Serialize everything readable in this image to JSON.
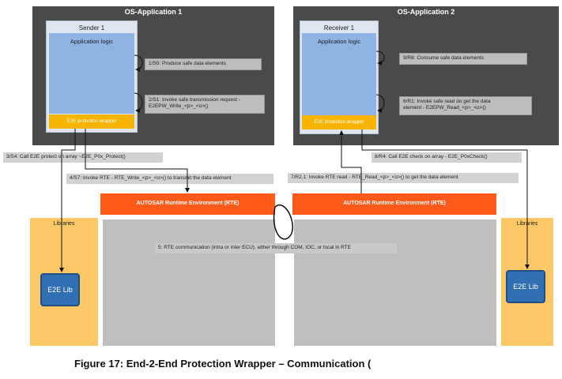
{
  "os_app_1": {
    "title": "OS-Application 1"
  },
  "os_app_2": {
    "title": "OS-Application 2"
  },
  "sender": {
    "title": "Sender 1",
    "app_logic": "Application logic",
    "wrapper": "E2E protection wrapper"
  },
  "receiver": {
    "title": "Receiver 1",
    "app_logic": "Application logic",
    "wrapper": "E2E protection wrapper"
  },
  "steps": {
    "s0": "1/S0: Produce safe data elements",
    "s1": "2/S1: Invoke safe transmission request -\nE2EPW_Write_<p>_<o>()",
    "s4": "3/S4: Call E2E protect on array ~E2E_P0x_Protect()",
    "s7": "4/S7: Invoke RTE - RTE_Write_<p>_<o>() to transmit the data element",
    "comm": "5: RTE communication (intra or inter ECU), either through COM, IOC, or local in RTE",
    "r0": "9/R8: Consume safe data elements",
    "r1": "6/R1: Invoke safe read do get the data\nelement - E2EPW_Read_<p>_<o>()",
    "r4": "8/R4: Call E2E check on array - E2E_P0xCheck()",
    "r2": "7/R2.1: Invoke RTE read - RTE_Read_<p>_<o>() to get the data element"
  },
  "rte": {
    "left": "AUTOSAR Runtime Environment (RTE)",
    "right": "AUTOSAR Runtime Environment (RTE)"
  },
  "libraries": {
    "left_title": "Libraries",
    "right_title": "Libraries",
    "left_lib": "E2E Lib",
    "right_lib": "E2E Lib"
  },
  "caption": "Figure 17: End-2-End Protection Wrapper – Communication ("
}
